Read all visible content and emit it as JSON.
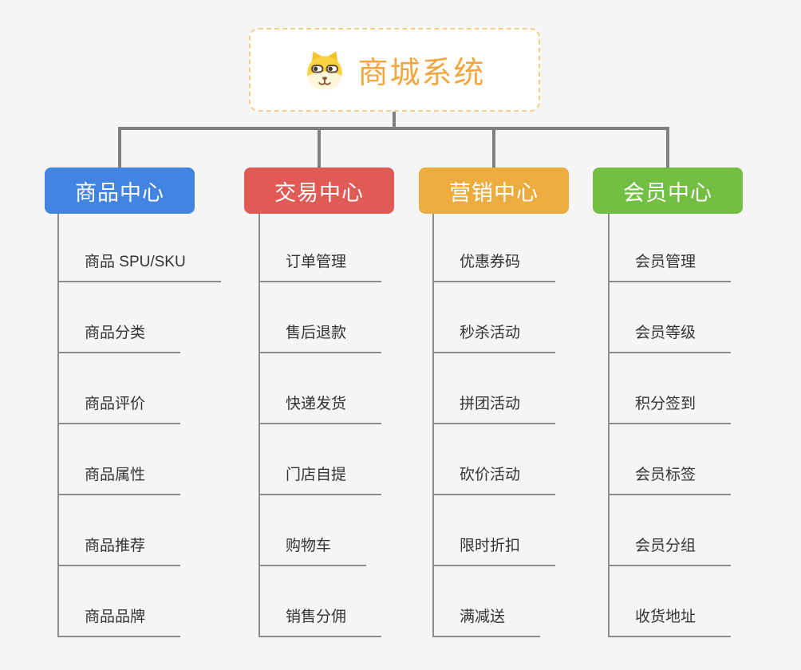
{
  "canvas": {
    "background_color": "#F5F5F6",
    "connector_color": "#808080",
    "leaf_line_color": "#8C8C8C",
    "leaf_text_color": "#333333"
  },
  "root": {
    "title": "商城系统",
    "icon": "dog-icon",
    "text_color": "#F2A640",
    "border_color": "#F6CD8C",
    "background_color": "#FFFFFF"
  },
  "branches": [
    {
      "label": "商品中心",
      "color": "#4285E1",
      "items": [
        "商品 SPU/SKU",
        "商品分类",
        "商品评价",
        "商品属性",
        "商品推荐",
        "商品品牌"
      ]
    },
    {
      "label": "交易中心",
      "color": "#E15B56",
      "items": [
        "订单管理",
        "售后退款",
        "快递发货",
        "门店自提",
        "购物车",
        "销售分佣"
      ]
    },
    {
      "label": "营销中心",
      "color": "#EDAC40",
      "items": [
        "优惠券码",
        "秒杀活动",
        "拼团活动",
        "砍价活动",
        "限时折扣",
        "满减送"
      ]
    },
    {
      "label": "会员中心",
      "color": "#72BF43",
      "items": [
        "会员管理",
        "会员等级",
        "积分签到",
        "会员标签",
        "会员分组",
        "收货地址"
      ]
    }
  ]
}
